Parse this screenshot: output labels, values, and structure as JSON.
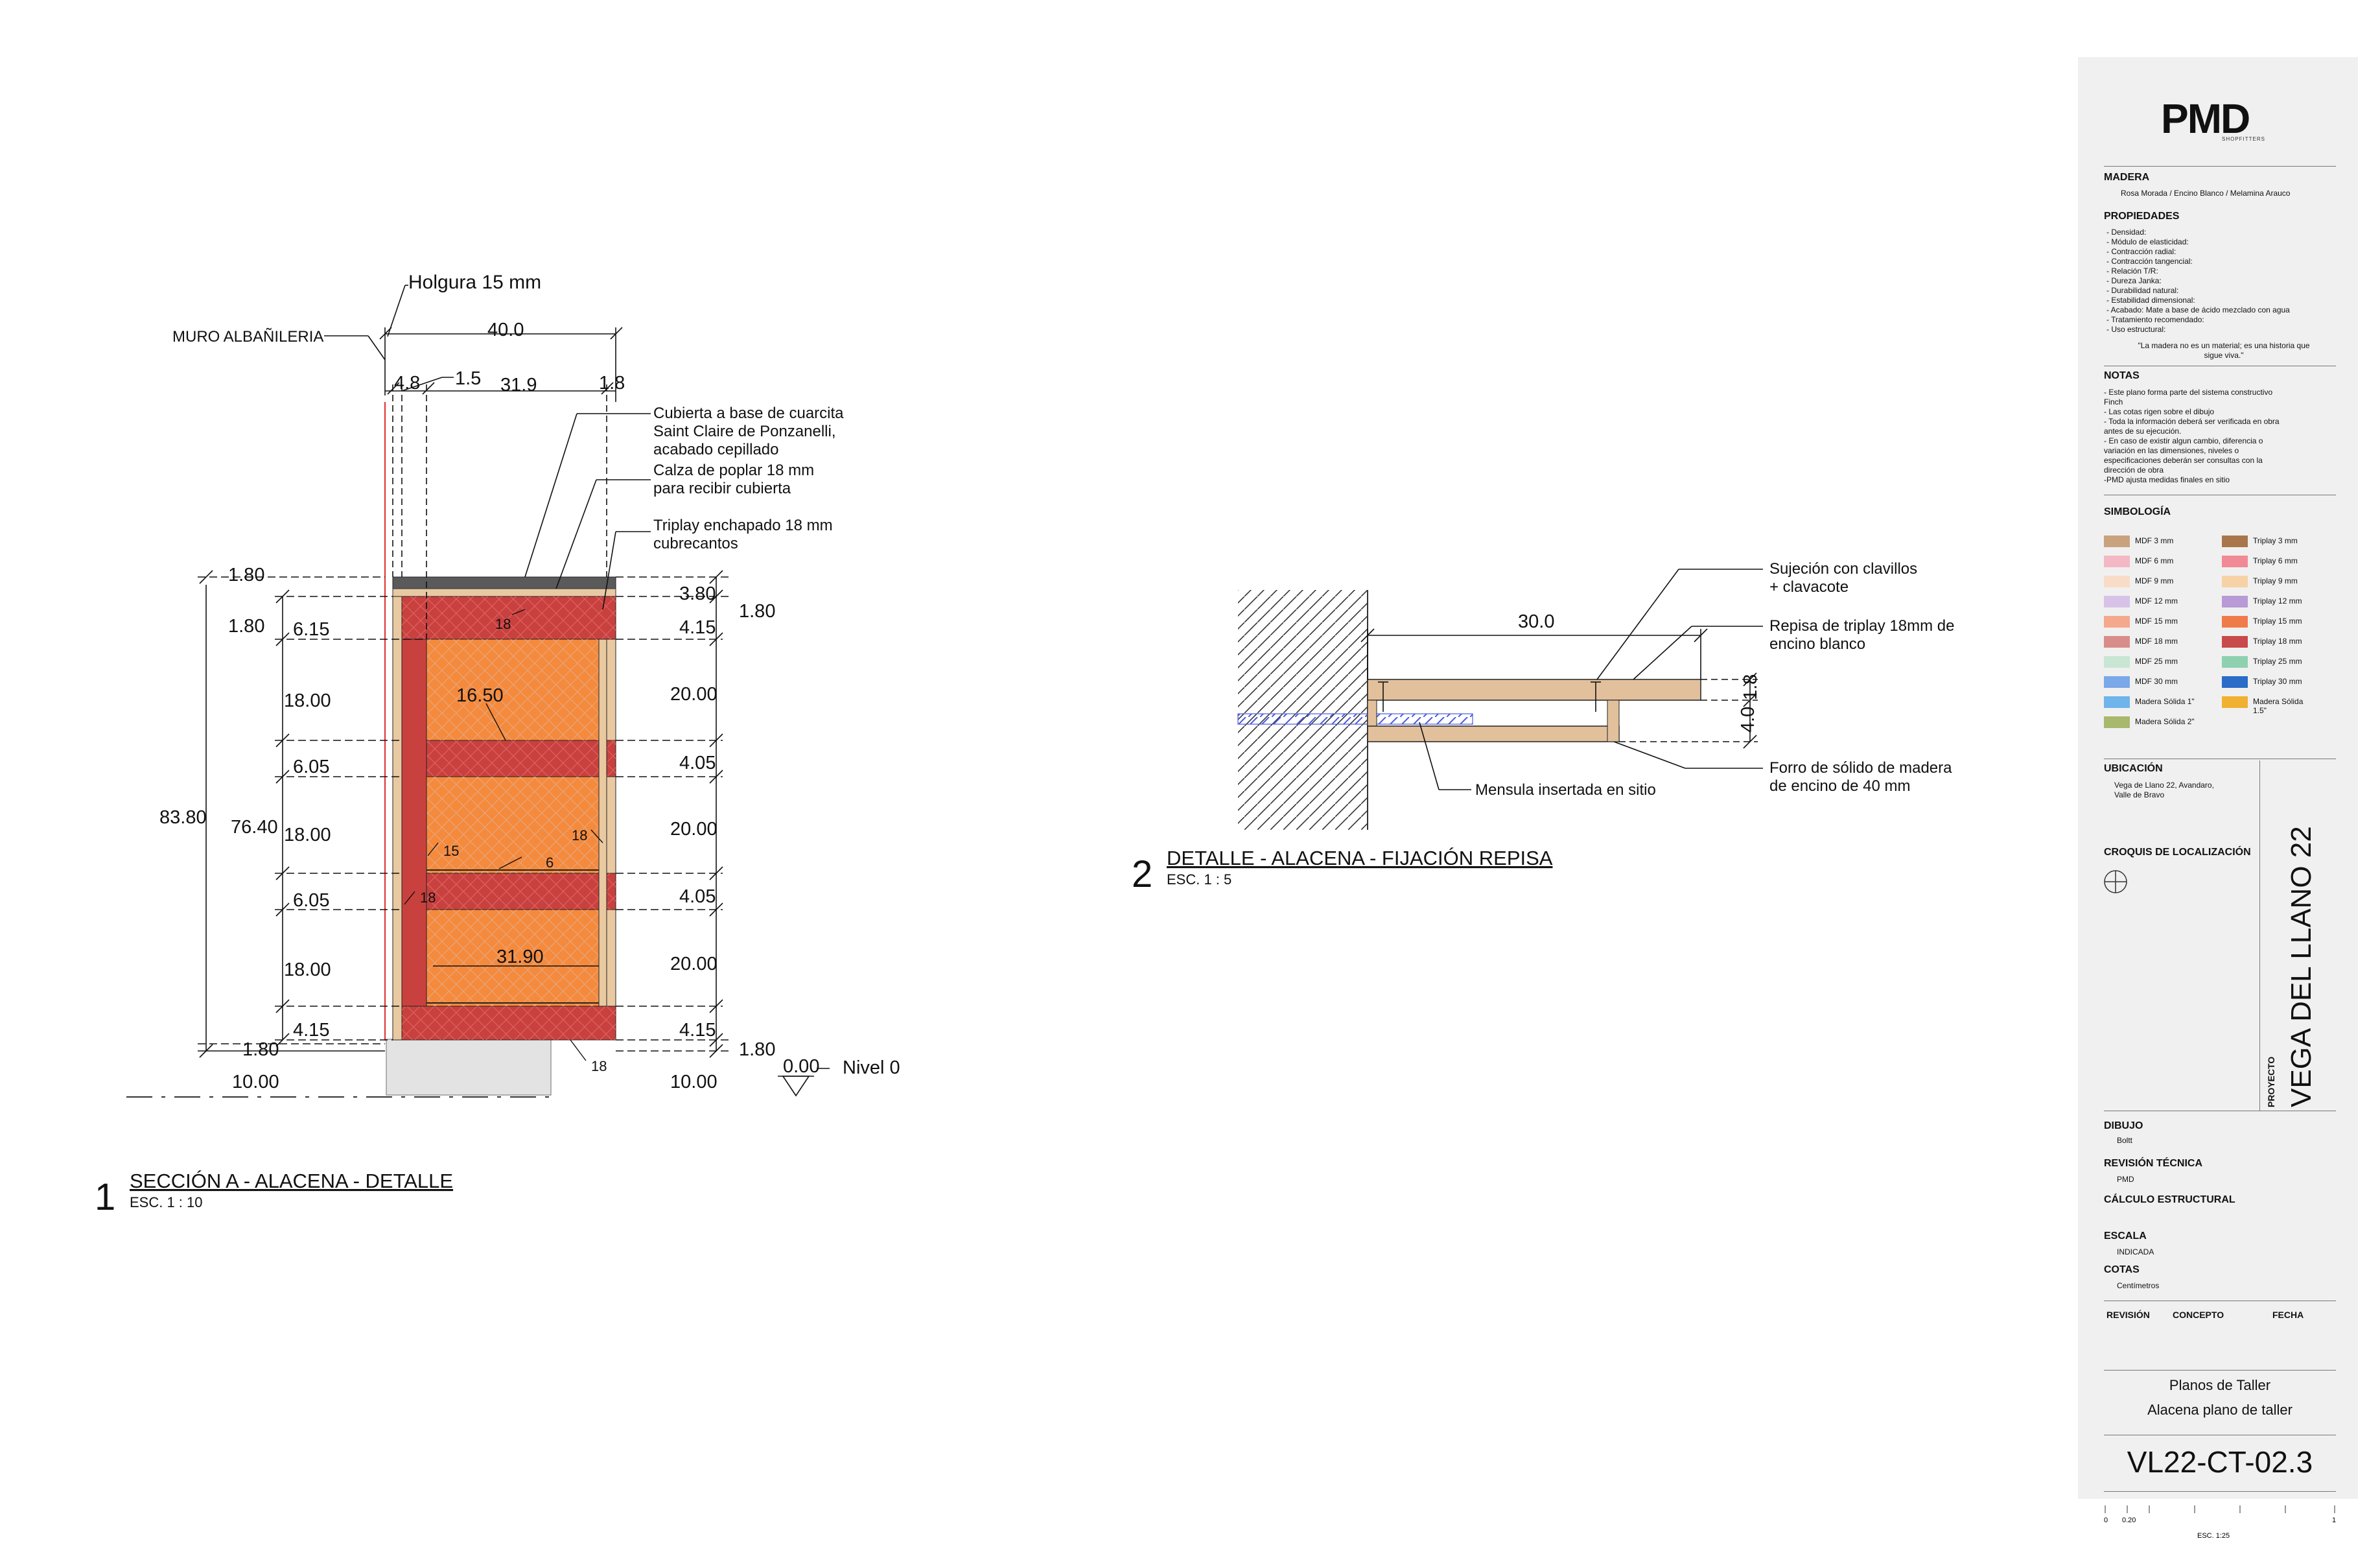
{
  "view1": {
    "number": "1",
    "title": "SECCIÓN A - ALACENA - DETALLE",
    "scale": "ESC.  1 : 10",
    "labels": {
      "holgura": "Holgura 15 mm",
      "muro": "MURO ALBAÑILERIA",
      "cubierta": [
        "Cubierta a base de cuarcita",
        "Saint Claire de Ponzanelli,",
        "acabado cepillado"
      ],
      "calza": [
        "Calza de poplar 18 mm",
        "para recibir cubierta"
      ],
      "triplay": [
        "Triplay enchapado 18 mm",
        "cubrecantos"
      ],
      "nivel_value": "0.00",
      "nivel_label": "Nivel 0"
    },
    "dims": {
      "total_width": "40.0",
      "d48": "4.8",
      "d15": "1.5",
      "d319": "31.9",
      "d18": "1.8",
      "left_180_top": "1.80",
      "left_180_b": "1.80",
      "d615": "6.15",
      "d1800": "18.00",
      "d605": "6.05",
      "d415": "4.15",
      "d180_bottom": "1.80",
      "d1000": "10.00",
      "d8380": "83.80",
      "d7640": "76.40",
      "right_380": "3.80",
      "right_180": "1.80",
      "right_415": "4.15",
      "right_2000": "20.00",
      "right_405": "4.05",
      "inner_1650": "16.50",
      "inner_3190": "31.90",
      "tag_18": "18",
      "tag_15": "15",
      "tag_6": "6"
    }
  },
  "view2": {
    "number": "2",
    "title": "DETALLE - ALACENA - FIJACIÓN REPISA",
    "scale": "ESC.  1 : 5",
    "dims": {
      "width": "30.0",
      "h18": "1.8",
      "h40": "4.0"
    },
    "labels": {
      "sujecion": [
        "Sujeción con clavillos",
        "+ clavacote"
      ],
      "repisa": [
        "Repisa de triplay 18mm de",
        "encino blanco"
      ],
      "forro": [
        "Forro de sólido de madera",
        "de encino de 40 mm"
      ],
      "mensula": "Mensula insertada en sitio"
    }
  },
  "titleblock": {
    "logo": "PMD",
    "logo_sub": "SHOPFITTERS",
    "madera_hd": "MADERA",
    "madera_tx": "Rosa Morada / Encino Blanco / Melamina Arauco",
    "propiedades_hd": "PROPIEDADES",
    "propiedades": [
      "- Densidad:",
      "- Módulo de elasticidad:",
      "- Contracción radial:",
      "- Contracción tangencial:",
      "- Relación T/R:",
      "- Dureza Janka:",
      "- Durabilidad natural:",
      "- Estabilidad dimensional:",
      "- Acabado: Mate a base de ácido mezclado con agua",
      "- Tratamiento recomendado:",
      "- Uso estructural:"
    ],
    "quote": [
      "\"La madera no es un material; es una historia que",
      "sigue viva.\""
    ],
    "notas_hd": "NOTAS",
    "notas": [
      "- Este plano forma parte del sistema constructivo",
      "Finch",
      "- Las cotas rigen sobre el dibujo",
      "- Toda la información deberá ser verificada en obra",
      "antes de su ejecución.",
      "- En caso de existir algun cambio, diferencia o",
      "variación en las dimensiones, niveles o",
      "especificaciones deberán ser consultas con la",
      "dirección de obra",
      "-PMD ajusta medidas finales en sitio"
    ],
    "simbologia_hd": "SIMBOLOGÍA",
    "simbologia_left": [
      {
        "label": "MDF 3 mm",
        "color": "#c9a27e"
      },
      {
        "label": "MDF 6 mm",
        "color": "#f4b8c4"
      },
      {
        "label": "MDF 9 mm",
        "color": "#f9dcc8"
      },
      {
        "label": "MDF 12 mm",
        "color": "#d8c2e8"
      },
      {
        "label": "MDF 15 mm",
        "color": "#f4a88c"
      },
      {
        "label": "MDF 18 mm",
        "color": "#d98d8a"
      },
      {
        "label": "MDF 25 mm",
        "color": "#c8e6d3"
      },
      {
        "label": "MDF 30 mm",
        "color": "#7aa8e8"
      },
      {
        "label": "Madera Sólida 1\"",
        "color": "#6fb4ea"
      },
      {
        "label": "Madera Sólida 2\"",
        "color": "#a8b86c"
      }
    ],
    "simbologia_right": [
      {
        "label": "Triplay 3 mm",
        "color": "#a8764a"
      },
      {
        "label": "Triplay 6 mm",
        "color": "#f08a96"
      },
      {
        "label": "Triplay 9 mm",
        "color": "#f6d2a6"
      },
      {
        "label": "Triplay 12 mm",
        "color": "#b89ad6"
      },
      {
        "label": "Triplay 15 mm",
        "color": "#ef7a4a"
      },
      {
        "label": "Triplay 18 mm",
        "color": "#c94a4a"
      },
      {
        "label": "Triplay 25 mm",
        "color": "#8fd0b0"
      },
      {
        "label": "Triplay 30 mm",
        "color": "#2a6cc8"
      },
      {
        "label": "Madera Sólida 1.5\"",
        "color": "#f0b030"
      }
    ],
    "ubicacion_hd": "UBICACIÓN",
    "ubicacion": [
      "Vega de Llano 22, Avandaro,",
      "Valle de Bravo"
    ],
    "croquis_hd": "CROQUIS DE LOCALIZACIÓN",
    "proyecto_lbl": "PROYECTO",
    "proyecto": "VEGA DEL LLANO 22",
    "dibujo_hd": "DIBUJO",
    "dibujo": "Boltt",
    "revtec_hd": "REVISIÓN TÉCNICA",
    "revtec": "PMD",
    "calculo_hd": "CÁLCULO ESTRUCTURAL",
    "escala_hd": "ESCALA",
    "escala": "INDICADA",
    "cotas_hd": "COTAS",
    "cotas": "Centímetros",
    "rev_cols": [
      "REVISIÓN",
      "CONCEPTO",
      "FECHA"
    ],
    "planos": "Planos de Taller",
    "plano_name": "Alacena plano de taller",
    "sheet_no": "VL22-CT-02.3",
    "bar_ticks": [
      "0",
      "0.20",
      "1"
    ],
    "bar_scale": "ESC. 1:25"
  }
}
